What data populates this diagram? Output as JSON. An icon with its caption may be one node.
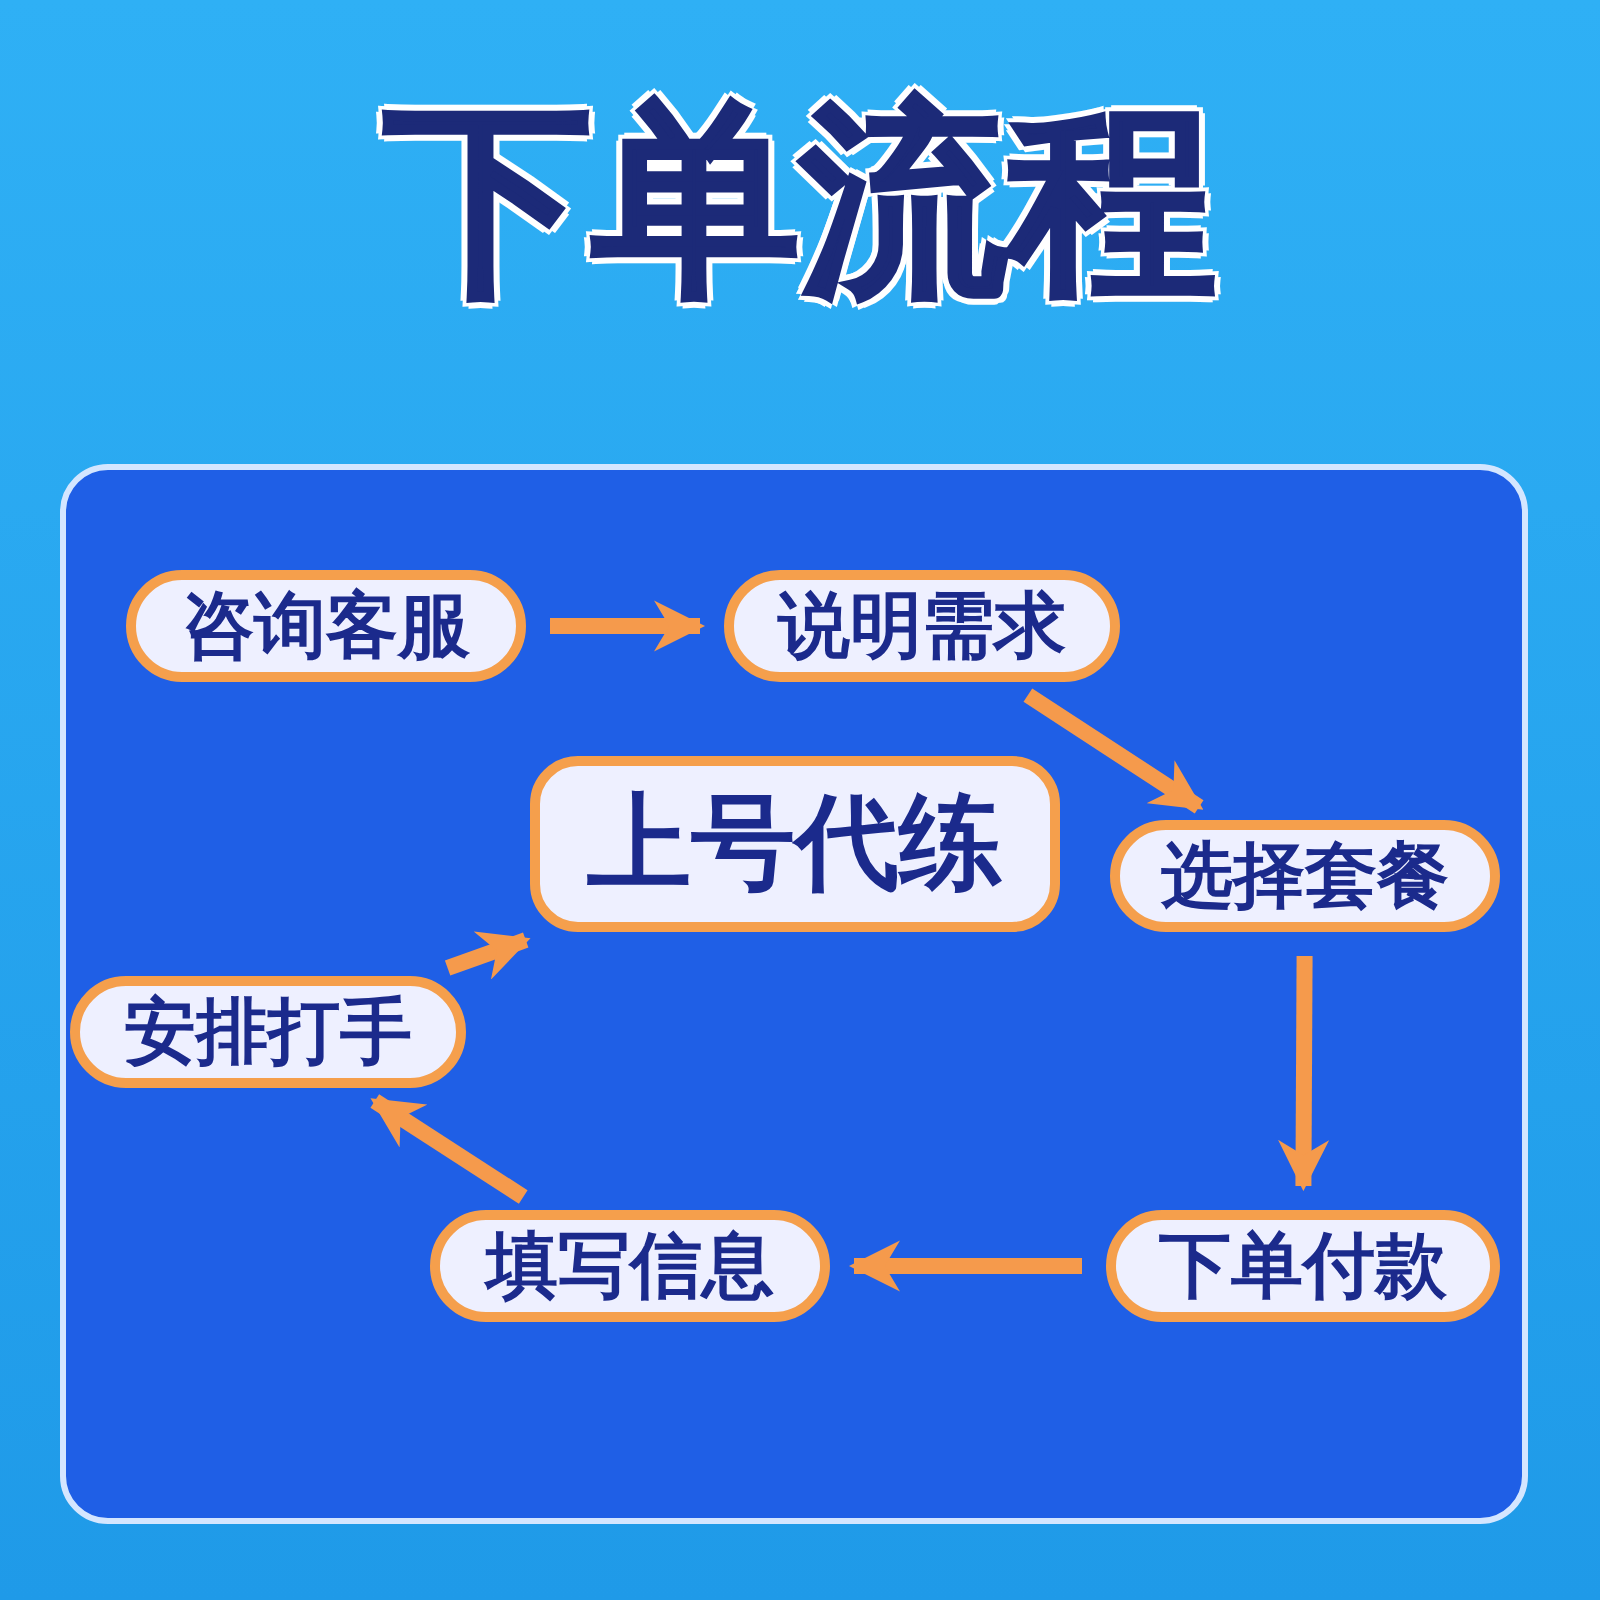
{
  "diagram": {
    "title": "下单流程",
    "nodes": [
      {
        "text": [
          "咨询客服"
        ]
      },
      {
        "text": [
          "说明需求"
        ]
      },
      {
        "text": [
          "上号代练"
        ]
      },
      {
        "text": [
          "选择套餐"
        ]
      },
      {
        "text": [
          "安排打手"
        ]
      },
      {
        "text": [
          "填写信息"
        ]
      },
      {
        "text": [
          "下单付款"
        ]
      }
    ],
    "edges": [
      {
        "from": 0,
        "to": 1,
        "arrow": "to"
      },
      {
        "from": 1,
        "to": 3,
        "arrow": "to"
      },
      {
        "from": 3,
        "to": 6,
        "arrow": "to"
      },
      {
        "from": 6,
        "to": 5,
        "arrow": "to"
      },
      {
        "from": 5,
        "to": 4,
        "arrow": "to"
      },
      {
        "from": 4,
        "to": 2,
        "arrow": "to"
      }
    ]
  }
}
